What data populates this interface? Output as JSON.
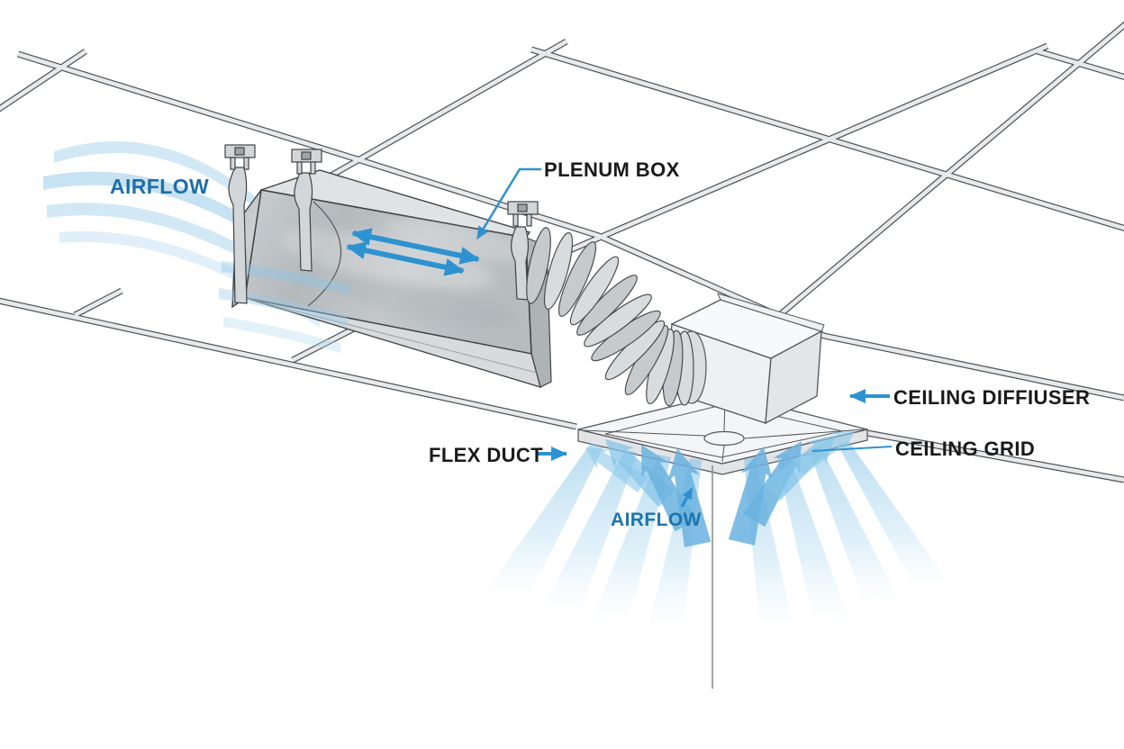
{
  "diagram": {
    "type": "hvac-ceiling-diffuser-installation",
    "labels": {
      "airflow_top": "AIRFLOW",
      "plenum_box": "PLENUM BOX",
      "ceiling_diffuser": "CEILING DIFFIUSER",
      "ceiling_grid": "CEILING GRID",
      "flex_duct": "FLEX DUCT",
      "airflow_bottom": "AIRFLOW"
    },
    "colors": {
      "label_text": "#1a1a1a",
      "airflow_label_blue": "#1d6fa9",
      "callout_blue": "#2e92d0",
      "flow_stream_blue": "#7cc0e6",
      "metal_gray": "#bdc1c4",
      "grid_bar_fill": "#e7e9ea",
      "grid_bar_outline": "#4d5154",
      "background": "#ffffff"
    },
    "components": [
      "ceiling grid",
      "plenum box",
      "hanger straps",
      "flex duct",
      "ceiling diffuser box",
      "diffuser face plate",
      "airflow streams"
    ]
  }
}
